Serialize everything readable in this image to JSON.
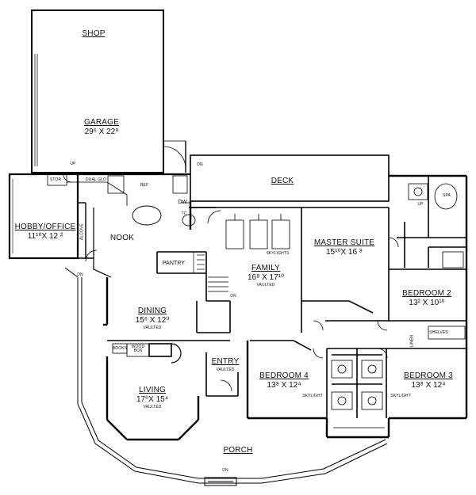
{
  "rooms": {
    "shop": {
      "name": "SHOP"
    },
    "garage": {
      "name": "GARAGE",
      "dim": "29⁶ X 22⁹"
    },
    "deck": {
      "name": "DECK"
    },
    "hobby": {
      "name": "HOBBY/OFFICE",
      "dim": "11¹⁰X 12 ²"
    },
    "nook": {
      "name": "NOOK"
    },
    "pantry": {
      "name": "PANTRY"
    },
    "family": {
      "name": "FAMILY",
      "dim": "16⁸ X 17¹⁰",
      "note": "VAULTED"
    },
    "master": {
      "name": "MASTER SUITE",
      "dim": "15¹⁰X 16 ⁸"
    },
    "bed2": {
      "name": "BEDROOM 2",
      "dim": "13² X 10¹⁰"
    },
    "dining": {
      "name": "DINING",
      "dim": "15⁶ X 12⁰",
      "note": "VAULTED"
    },
    "entry": {
      "name": "ENTRY",
      "note": "VAULTED"
    },
    "bed4": {
      "name": "BEDROOM 4",
      "dim": "13⁸ X 12⁴"
    },
    "bed3": {
      "name": "BEDROOM 3",
      "dim": "13⁸ X 12⁴"
    },
    "living": {
      "name": "LIVING",
      "dim": "17⁰X 15⁴",
      "note": "VAULTED"
    },
    "porch": {
      "name": "PORCH"
    }
  },
  "small_labels": {
    "dn_porch": "DN",
    "dn_deck": "DN",
    "dn_side": "DN",
    "dn_stair": "DN",
    "up_garage": "UP",
    "up_bath": "UP",
    "stor": "STOR",
    "dual_glo": "DUAL GLO",
    "ref": "REF",
    "dw": "DW",
    "tc": "TC",
    "alcove": "ALCOVE",
    "skylights": "SKYLIGHTS",
    "skylight_a": "SKYLIGHT",
    "skylight_b": "SKYLIGHT",
    "spa": "SPA",
    "shelves": "SHELVES",
    "linen": "LINEN",
    "books": "BOOKS",
    "woodbox": "WOOD BOX"
  }
}
